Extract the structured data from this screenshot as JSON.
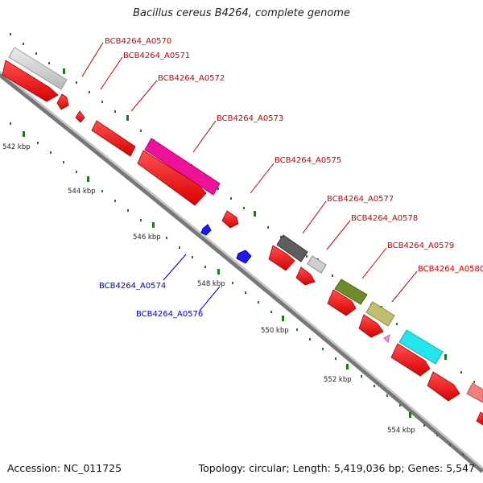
{
  "title": "Bacillus cereus B4264, complete genome",
  "footer": {
    "accession": "Accession: NC_011725",
    "summary": "Topology: circular; Length: 5,419,036 bp; Genes: 5,547"
  },
  "colors": {
    "background": "#ffffff",
    "backbone": "#9a9a9a",
    "forward_label": "#d40000",
    "reverse_label": "#0000cc",
    "tick": "#1f7a1f"
  },
  "scale_labels": [
    "542 kbp",
    "544 kbp",
    "546 kbp",
    "548 kbp",
    "550 kbp",
    "552 kbp",
    "554 kbp"
  ],
  "gene_labels": {
    "forward": [
      "BCB4264_A0570",
      "BCB4264_A0571",
      "BCB4264_A0572",
      "BCB4264_A0573",
      "BCB4264_A0575",
      "BCB4264_A0577",
      "BCB4264_A0578",
      "BCB4264_A0579",
      "BCB4264_A0580"
    ],
    "reverse": [
      "BCB4264_A0574",
      "BCB4264_A0576"
    ]
  }
}
